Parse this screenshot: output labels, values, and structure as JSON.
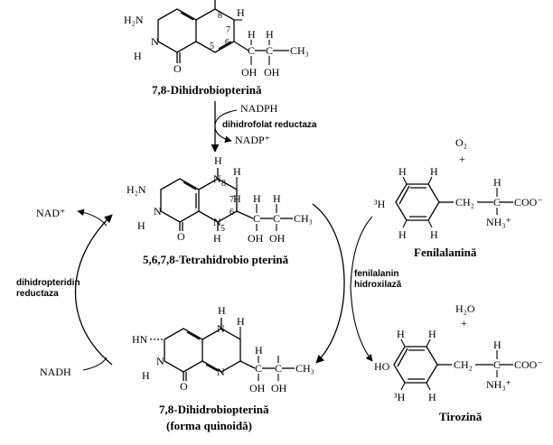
{
  "molecules": {
    "dihydro78": {
      "name": "7,8-Dihidrobiopterină",
      "atoms": {
        "H2N": "H₂N",
        "N": "N",
        "H": "H",
        "O": "O",
        "H7": "H",
        "n8": "8",
        "n7": "7",
        "n5": "5",
        "n6": "6",
        "C1": "C",
        "C2": "C",
        "CH3": "CH₃",
        "Ha": "H",
        "Hb": "H",
        "OHa": "OH",
        "OHb": "OH"
      }
    },
    "tetrahydro": {
      "name": "5,6,7,8-Tetrahidrobio pterină",
      "atoms": {
        "H2N": "H₂N",
        "N": "N",
        "H": "H",
        "O": "O",
        "H8": "H",
        "N8": "N",
        "n8": "8",
        "n7": "7",
        "n6": "6",
        "n5": "5",
        "N5": "N",
        "H5": "H",
        "H6": "H",
        "C1": "C",
        "C2": "C",
        "CH3": "CH₃",
        "Ha": "H",
        "Hb": "H",
        "OHa": "OH",
        "OHb": "OH",
        "Hc": "H",
        "Hd": "H"
      }
    },
    "quinoid": {
      "name": "7,8-Dihidrobiopterină",
      "subname": "(forma quinoidă)",
      "atoms": {
        "HN": "HN",
        "N": "N",
        "H": "H",
        "O": "O",
        "H8": "H",
        "N8": "N",
        "N5": "N",
        "C1": "C",
        "C2": "C",
        "CH3": "CH₃",
        "Ha": "H",
        "Hb": "H",
        "OHa": "OH",
        "OHb": "OH"
      }
    },
    "fenilalanina": {
      "name": "Fenilalanină",
      "atoms": {
        "H3": "³H",
        "H1": "H",
        "H2": "H",
        "H4": "H",
        "H5": "H",
        "CH2": "CH₂",
        "C": "C",
        "H": "H",
        "COO": "COO⁻",
        "NH3": "NH₃⁺"
      }
    },
    "tirozina": {
      "name": "Tirozină",
      "atoms": {
        "HO": "HO",
        "H3": "³H",
        "H1": "H",
        "H2": "H",
        "H4": "H",
        "CH2": "CH₂",
        "C": "C",
        "H": "H",
        "COO": "COO⁻",
        "NH3": "NH₃⁺"
      }
    }
  },
  "reagents": {
    "nadph": "NADPH",
    "nadp": "NADP⁺",
    "nad": "NAD⁺",
    "nadh": "NADH",
    "o2": "O₂",
    "h2o": "H₂O",
    "plus1": "+",
    "plus2": "+"
  },
  "enzymes": {
    "dhfr": "dihidrofolat reductaza",
    "dhpr_line1": "dihidropteridin",
    "dhpr_line2": "reductaza",
    "pah_line1": "fenilalanin",
    "pah_line2": "hidroxilază"
  }
}
